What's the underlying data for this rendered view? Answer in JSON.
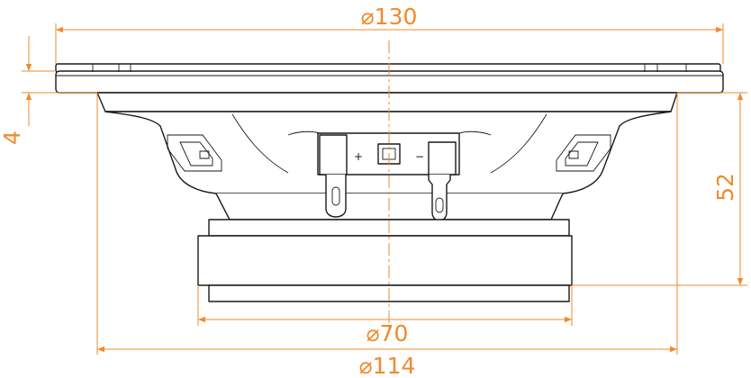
{
  "dimensions": {
    "top_diameter": "⌀130",
    "bottom_diameter_outer": "⌀114",
    "bottom_diameter_inner": "⌀70",
    "flange_thickness": "4",
    "height": "52"
  },
  "terminals": {
    "positive": "+",
    "negative": "−"
  },
  "colors": {
    "dimension": "#f08a2c",
    "outline": "#1a1a1a",
    "center_line": "#f08a2c"
  }
}
